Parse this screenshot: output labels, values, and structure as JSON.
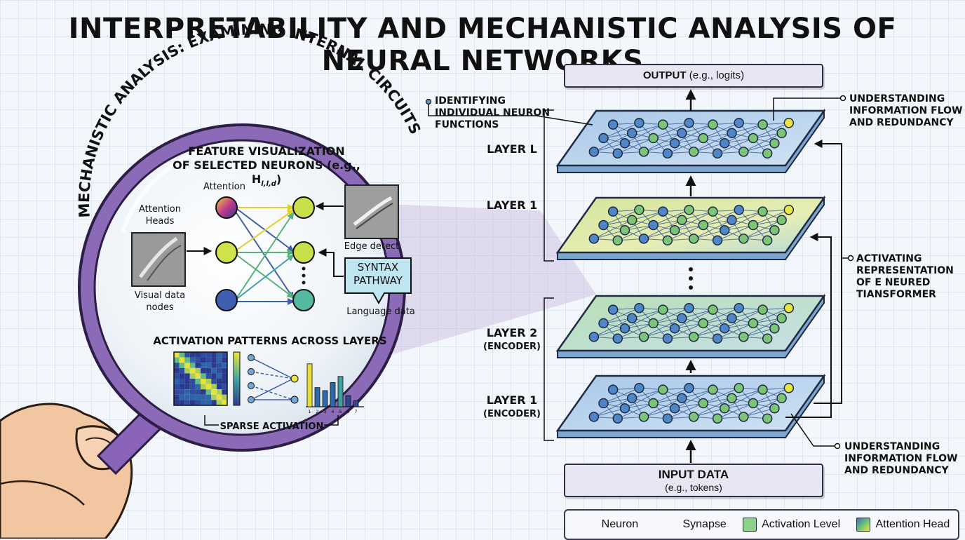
{
  "title": "INTERPRETABILITY AND MECHANISTIC ANALYSIS OF NEURAL NETWORKS",
  "magnifier": {
    "arc_label": "MECHANISTIC ANALYSIS: EXAMINING INTERNAL CIRCUITS",
    "feature_title_1": "FEATURE VISUALIZATION",
    "feature_title_2": "OF SELECTED NEURONS (e.g., H",
    "feature_sub": "l,l,d",
    "feature_close": ")",
    "attention_label": "Attention",
    "attention_heads_1": "Attention",
    "attention_heads_2": "Heads",
    "visual_nodes_1": "Visual data",
    "visual_nodes_2": "nodes",
    "edge_detect": "Edge detect",
    "syntax_1": "SYNTAX",
    "syntax_2": "PATHWAY",
    "language_data": "Language data",
    "activation_title": "ACTIVATION PATTERNS ACROSS LAYERS",
    "sparse": "SPARSE ACTIVATION",
    "bar_ticks": [
      "1",
      "2",
      "3",
      "4",
      "5",
      "6",
      "7"
    ],
    "bar_values": [
      0.85,
      0.38,
      0.32,
      0.48,
      0.6,
      0.22,
      0.12
    ]
  },
  "network": {
    "output_1": "OUTPUT",
    "output_2": " (e.g., logits)",
    "input_1": "INPUT DATA",
    "input_2": "(e.g., tokens)",
    "layers": [
      {
        "name": "LAYER L",
        "sub": ""
      },
      {
        "name": "LAYER 1",
        "sub": ""
      },
      {
        "name": "LAYER 2",
        "sub": "(ENCODER)"
      },
      {
        "name": "LAYER 1",
        "sub": "(ENCODER)"
      }
    ]
  },
  "annotations": {
    "top_left": [
      "IDENTIFYING",
      "INDIVIDUAL NEURON",
      "FUNCTIONS"
    ],
    "top_right": [
      "UNDERSTANDING",
      "INFORMATION FLOW",
      "AND REDUNDANCY"
    ],
    "middle_right": [
      "ACTIVATING",
      "REPRESENTATION",
      "OF E NEURED",
      "TIANSFORMER"
    ],
    "bottom_right": [
      "UNDERSTANDING",
      "INFORMATION FLOW",
      "AND REDUNDANCY"
    ]
  },
  "legend": {
    "neuron": "Neuron",
    "synapse": "Synapse",
    "activation": "Activation Level",
    "attention": "Attention Head"
  },
  "colors": {
    "lens_ring": "#8b6bb8",
    "layer_blue": "#b7d3ec",
    "layer_yellow": "#dbe7a0",
    "layer_green": "#c2e2c0",
    "neuron_blue": "#4f86c6",
    "neuron_green": "#7cc576",
    "neuron_yellow": "#e9e542"
  }
}
